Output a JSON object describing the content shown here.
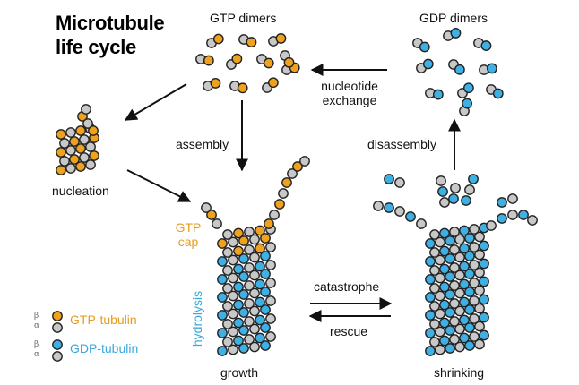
{
  "title": {
    "line1": "Microtubule",
    "line2": "life cycle"
  },
  "labels": {
    "gtp_dimers": "GTP dimers",
    "gdp_dimers": "GDP dimers",
    "nucleotide_exchange_1": "nucleotide",
    "nucleotide_exchange_2": "exchange",
    "assembly": "assembly",
    "disassembly": "disassembly",
    "nucleation": "nucleation",
    "gtp_cap_1": "GTP",
    "gtp_cap_2": "cap",
    "hydrolysis": "hydrolysis",
    "catastrophe": "catastrophe",
    "rescue": "rescue",
    "growth": "growth",
    "shrinking": "shrinking"
  },
  "legend": {
    "beta": "β",
    "alpha": "α",
    "gtp_tubulin": "GTP-tubulin",
    "gdp_tubulin": "GDP-tubulin"
  },
  "colors": {
    "gtp": "#f0a21d",
    "gdp": "#3fb0e3",
    "alpha": "#c8c8c8",
    "outline": "#222222",
    "gtp_text": "#e89c1e",
    "gdp_text": "#3aa8dc"
  }
}
